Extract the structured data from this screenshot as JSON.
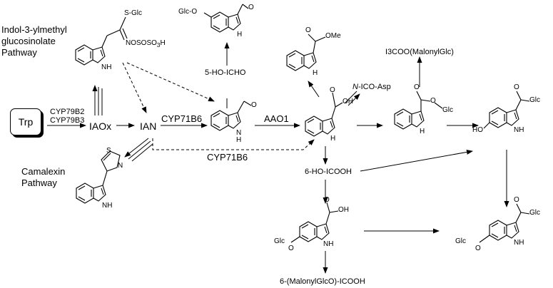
{
  "start_compound": "Trp",
  "intermediates": {
    "iaox": "IAOx",
    "ian": "IAN",
    "ho_icho": "5-HO-ICHO",
    "ho_icooh": "6-HO-ICOOH",
    "malonyl_glc_ester": "I3COO(MalonylGlc)",
    "n_ico_asp_prefix": "N",
    "n_ico_asp_rest": "-ICO-Asp",
    "malonyl_glco": "6-(MalonylGlcO)-ICOOH"
  },
  "enzymes": {
    "cyp79b2": "CYP79B2",
    "cyp79b3": "CYP79B3",
    "cyp71b6_top": "CYP71B6",
    "cyp71b6_bottom": "CYP71B6",
    "aao1": "AAO1"
  },
  "pathways": {
    "glucosinolate_line1": "Indol-3-ylmethyl",
    "glucosinolate_line2": "glucosinolate",
    "glucosinolate_line3": "Pathway",
    "camalexin_line1": "Camalexin",
    "camalexin_line2": "Pathway"
  },
  "atom_labels": {
    "s_glc": "S-Glc",
    "nososo3h": "NOSOSO",
    "nososo3h_sub": "3",
    "nososo3h_end": "H",
    "nh": "NH",
    "h": "H",
    "n": "N",
    "s": "S",
    "o": "O",
    "oh": "OH",
    "ome": "OMe",
    "glc": "Glc",
    "glc_o": "Glc-O",
    "ho": "HO"
  }
}
